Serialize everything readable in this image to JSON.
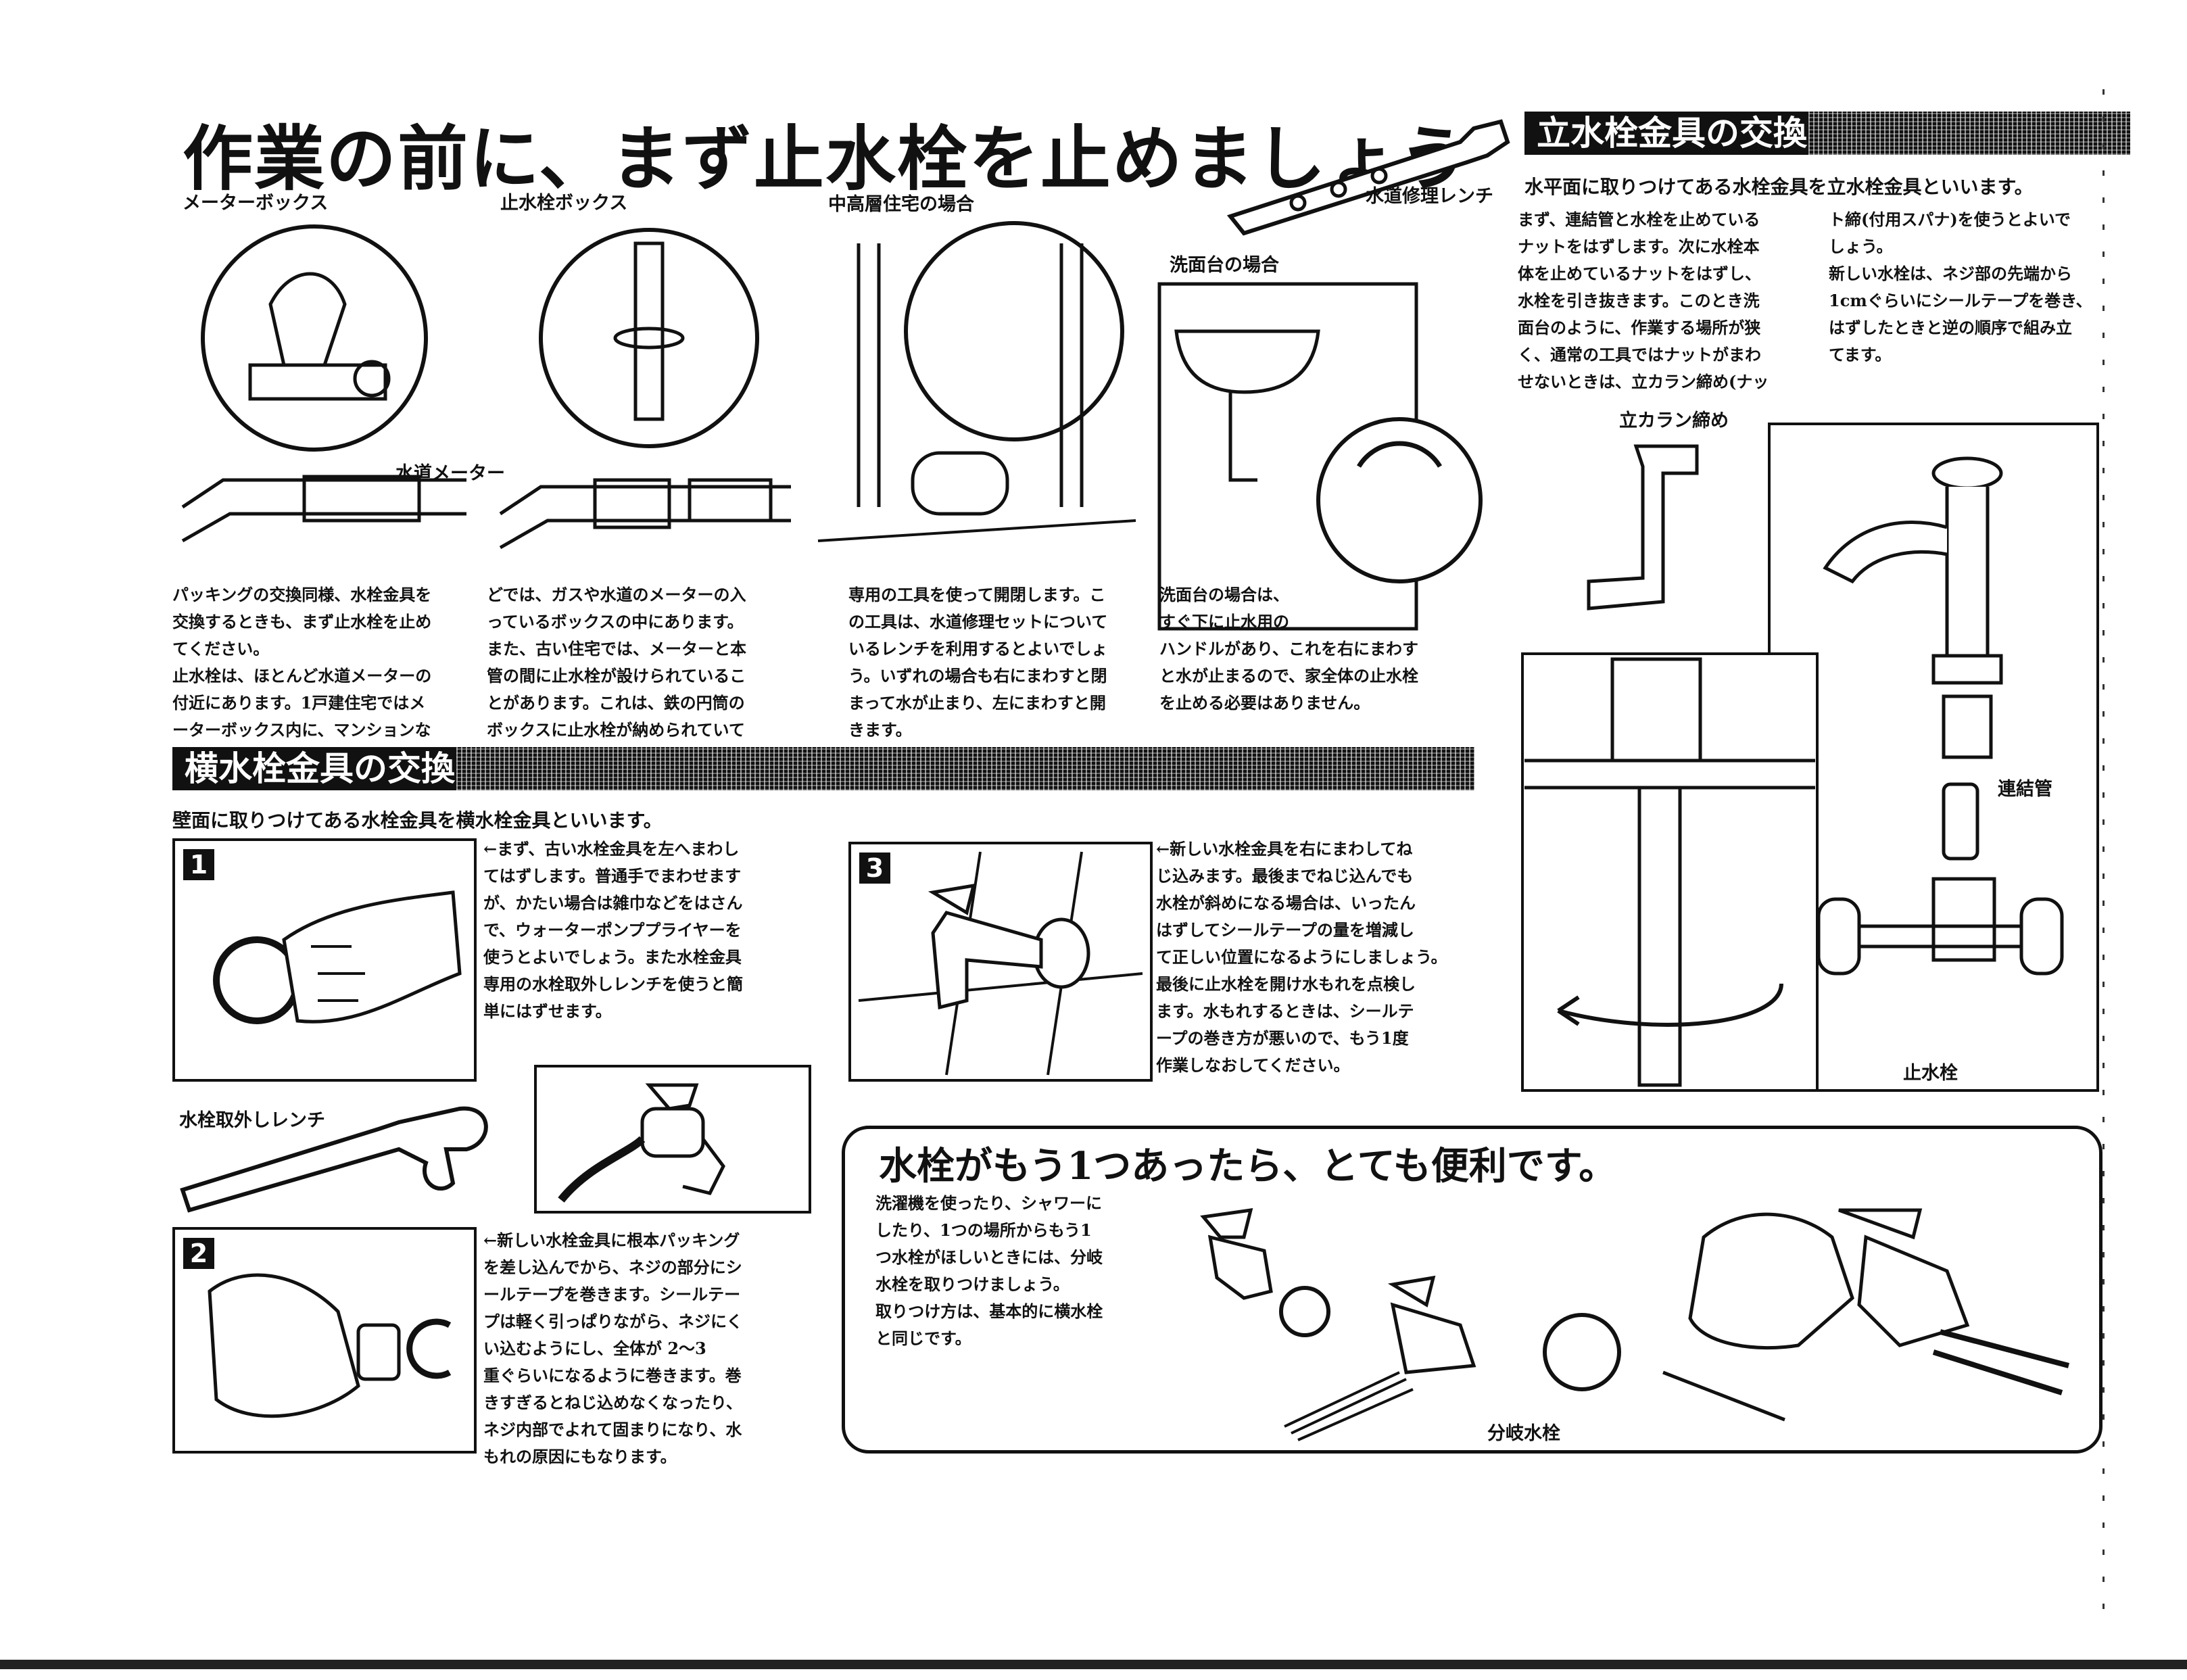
{
  "title": "作業の前に、まず止水栓を止めましょう",
  "labels": {
    "meter_box": "メーターボックス",
    "stopcock_box": "止水栓ボックス",
    "apartment": "中高層住宅の場合",
    "water_meter": "水道メーター",
    "wash_basin": "洗面台の場合",
    "repair_wrench": "水道修理レンチ",
    "faucet_wrench": "水栓取外しレンチ",
    "vertical_caran": "立カラン締め",
    "connecting_pipe": "連結管",
    "stopcock": "止水栓",
    "branch_faucet": "分岐水栓"
  },
  "paragraphs": {
    "col1": "パッキングの交換同様、水栓金具を\n交換するときも、まず止水栓を止め\nてください。\n止水栓は、ほとんど水道メーターの\n付近にあります。1戸建住宅ではメ\nーターボックス内に、マンションな",
    "col2": "どでは、ガスや水道のメーターの入\nっているボックスの中にあります。\nまた、古い住宅では、メーターと本\n管の間に止水栓が設けられているこ\nとがあります。これは、鉄の円筒の\nボックスに止水栓が納められていて",
    "col3": "専用の工具を使って開閉します。こ\nの工具は、水道修理セットについて\nいるレンチを利用するとよいでしょ\nう。いずれの場合も右にまわすと閉\nまって水が止まり、左にまわすと開\nきます。",
    "col4": "洗面台の場合は、\nすぐ下に止水用の\nハンドルがあり、これを右にまわす\nと水が止まるので、家全体の止水栓\nを止める必要はありません。"
  },
  "horizontal": {
    "heading": "横水栓金具の交換",
    "intro": "壁面に取りつけてある水栓金具を横水栓金具といいます。",
    "step1_badge": "1",
    "step1_text": "←まず、古い水栓金具を左へまわし\nてはずします。普通手でまわせます\nが、かたい場合は雑巾などをはさん\nで、ウォーターポンププライヤーを\n使うとよいでしょう。また水栓金具\n専用の水栓取外しレンチを使うと簡\n単にはずせます。",
    "step2_badge": "2",
    "step2_text": "←新しい水栓金具に根本パッキング\nを差し込んでから、ネジの部分にシ\nールテープを巻きます。シールテー\nプは軽く引っぱりながら、ネジにく\nい込むようにし、全体が 2〜3\n重ぐらいになるように巻きます。巻\nきすぎるとねじ込めなくなったり、\nネジ内部でよれて固まりになり、水\nもれの原因にもなります。",
    "step3_badge": "3",
    "step3_text": "←新しい水栓金具を右にまわしてね\nじ込みます。最後までねじ込んでも\n水栓が斜めになる場合は、いったん\nはずしてシールテープの量を増減し\nて正しい位置になるようにしましょう。\n最後に止水栓を開け水もれを点検し\nます。水もれするときは、シールテ\nープの巻き方が悪いので、もう1度\n作業しなおしてください。"
  },
  "vertical": {
    "heading": "立水栓金具の交換",
    "intro": "水平面に取りつけてある水栓金具を立水栓金具といいます。",
    "text_left": "まず、連結管と水栓を止めている\nナットをはずします。次に水栓本\n体を止めているナットをはずし、\n水栓を引き抜きます。このとき洗\n面台のように、作業する場所が狭\nく、通常の工具ではナットがまわ\nせないときは、立カラン締め(ナッ",
    "text_right": "ト締(付用スパナ)を使うとよいで\nしょう。\n新しい水栓は、ネジ部の先端から\n1cmぐらいにシールテープを巻き、\nはずしたときと逆の順序で組み立\nてます。"
  },
  "callout": {
    "title": "水栓がもう1つあったら、とても便利です。",
    "text": "洗濯機を使ったり、シャワーに\nしたり、1つの場所からもう1\nつ水栓がほしいときには、分岐\n水栓を取りつけましょう。\n取りつけ方は、基本的に横水栓\nと同じです。"
  }
}
